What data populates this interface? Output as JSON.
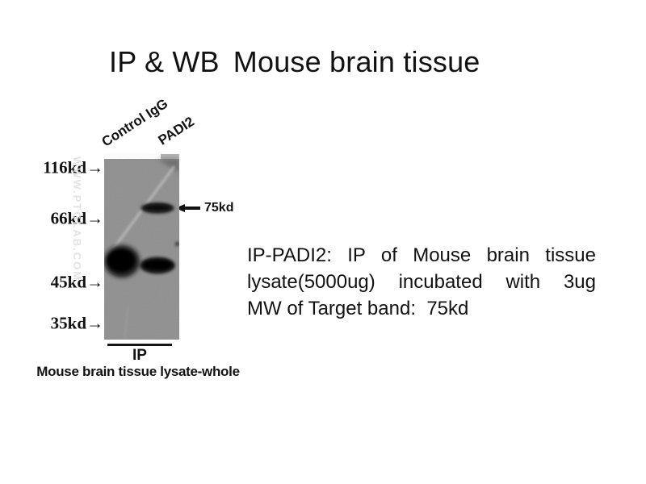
{
  "figure": {
    "title": {
      "method": "IP & WB",
      "sample": "Mouse brain tissue"
    },
    "lanes": [
      "Control IgG",
      "PADI2"
    ],
    "mw_markers": [
      "116kd→",
      "66kd→",
      "45kd→",
      "35kd→"
    ],
    "band_annotation": {
      "label": "75kd"
    },
    "group_label": "IP",
    "bottom_caption": "Mouse brain tissue lysate-whole",
    "watermark": "WWW.PTGLAB.COM",
    "description_lines": [
      "IP-PADI2: IP of Mouse brain tissue",
      "lysate(5000ug) incubated with 3ug",
      "MW of Target band:  75kd"
    ],
    "colors": {
      "background": "#ffffff",
      "text": "#121212",
      "membrane": "#8f8f8f",
      "band": "#0a0a0a",
      "scratch": "#cccccc",
      "watermark": "#dedede"
    }
  }
}
